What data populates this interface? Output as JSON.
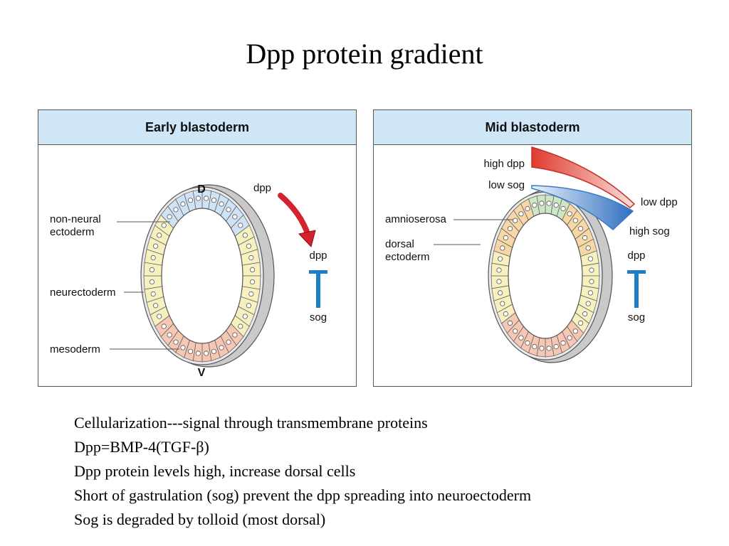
{
  "title": "Dpp protein gradient",
  "panels": {
    "left": {
      "header": "Early blastoderm",
      "labels": {
        "dorsal": "D",
        "ventral": "V",
        "non_neural_line1": "non-neural",
        "non_neural_line2": "ectoderm",
        "neurectoderm": "neurectoderm",
        "mesoderm": "mesoderm",
        "dpp_arrow": "dpp",
        "dpp": "dpp",
        "sog": "sog"
      }
    },
    "right": {
      "header": "Mid blastoderm",
      "labels": {
        "high_dpp": "high dpp",
        "low_sog": "low sog",
        "low_dpp": "low dpp",
        "high_sog": "high sog",
        "amnioserosa": "amnioserosa",
        "dorsal_ectoderm_line1": "dorsal",
        "dorsal_ectoderm_line2": "ectoderm",
        "dpp": "dpp",
        "sog": "sog"
      }
    }
  },
  "notes": [
    "Cellularization---signal through transmembrane proteins",
    "Dpp=BMP-4(TGF-β)",
    "Dpp protein levels high, increase dorsal cells",
    "Short of gastrulation (sog) prevent the dpp spreading into neuroectoderm",
    "Sog is degraded by tolloid (most dorsal)"
  ],
  "colors": {
    "header_bg": "#cfe6f6",
    "dorsal_cells": "#cfe3f5",
    "neural_cells": "#f7f1c0",
    "mesoderm_cells": "#f6c7b2",
    "amnioserosa_cells": "#cfe6c6",
    "dorsal_ectoderm_cells": "#f8d7a6",
    "dpp_arrow": "#d3232e",
    "inhibition_symbol": "#1f7fc4",
    "dpp_gradient": "#e03a2e",
    "sog_gradient": "#3a7cc4"
  }
}
